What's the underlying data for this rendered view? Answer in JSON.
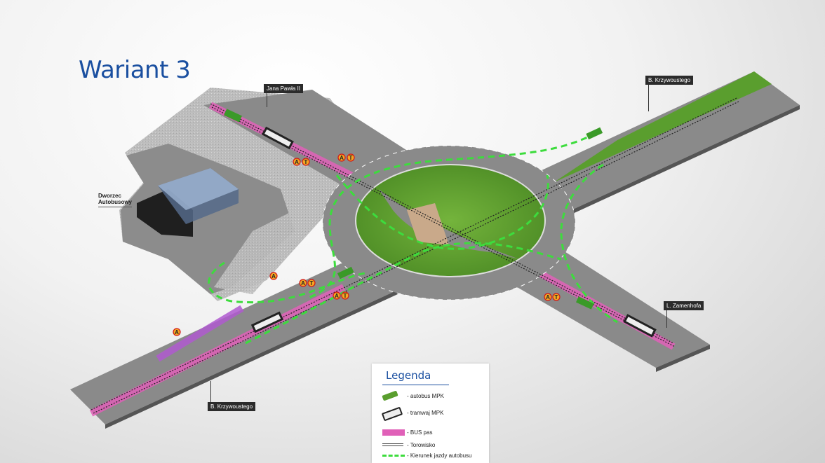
{
  "title": "Wariant 3",
  "streets": {
    "north_west": "Jana Pawła II",
    "north_east": "B. Krzywoustego",
    "south_west": "B. Krzywoustego",
    "south_east": "L. Zamenhofa"
  },
  "station_label": [
    "Dworzec",
    "Autobusowy"
  ],
  "stop_badges": {
    "bus": "A",
    "tram": "T"
  },
  "legend": {
    "title": "Legenda",
    "items": [
      {
        "icon": "bus-icon",
        "label": "- autobus MPK"
      },
      {
        "icon": "tram-icon",
        "label": "- tramwaj MPK"
      },
      {
        "icon": "bus-lane-swatch",
        "label": "- BUS pas"
      },
      {
        "icon": "track-lines",
        "label": "- Torowisko"
      },
      {
        "icon": "dashed-arrow",
        "label": "- Kierunek jazdy autobusu"
      }
    ]
  },
  "colors": {
    "title": "#1a4fa0",
    "bus_lane": "#e060b8",
    "bus_route": "#3ddc3d",
    "grass": "#5a9e2e",
    "road": "#8a8a8a"
  }
}
